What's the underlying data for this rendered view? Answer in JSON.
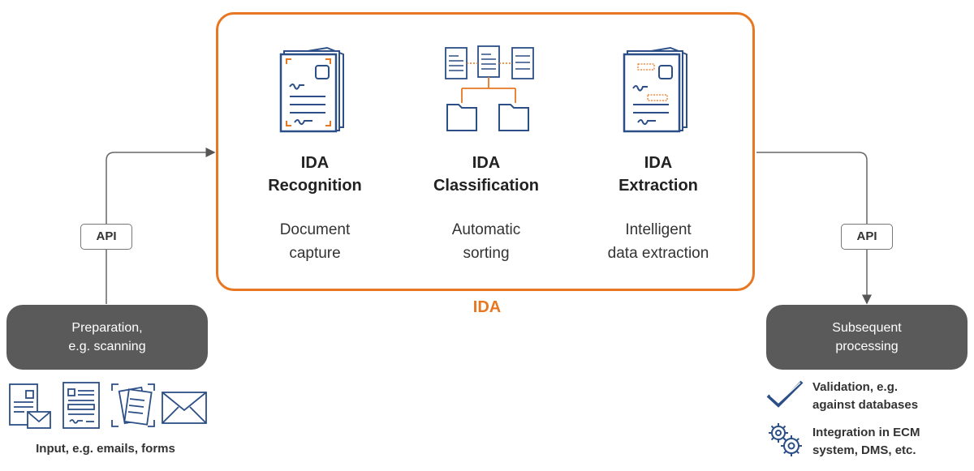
{
  "modules": [
    {
      "title_line1": "IDA",
      "title_line2": "Recognition",
      "desc_line1": "Document",
      "desc_line2": "capture",
      "icon": "document-capture-icon"
    },
    {
      "title_line1": "IDA",
      "title_line2": "Classification",
      "desc_line1": "Automatic",
      "desc_line2": "sorting",
      "icon": "document-sorting-icon"
    },
    {
      "title_line1": "IDA",
      "title_line2": "Extraction",
      "desc_line1": "Intelligent",
      "desc_line2": "data extraction",
      "icon": "data-extraction-icon"
    }
  ],
  "ida_label": "IDA",
  "api_left": "API",
  "api_right": "API",
  "preparation": {
    "line1": "Preparation,",
    "line2": "e.g. scanning"
  },
  "subsequent": {
    "line1": "Subsequent",
    "line2": "processing"
  },
  "inputs": {
    "caption": "Input, e.g. emails, forms",
    "icons": [
      "document-email-icon",
      "form-icon",
      "scanned-document-icon",
      "envelope-icon"
    ]
  },
  "features": [
    {
      "line1": "Validation, e.g.",
      "line2": "against databases",
      "icon": "checkmark-icon"
    },
    {
      "line1": "Integration in ECM",
      "line2": "system, DMS, etc.",
      "icon": "gears-icon"
    }
  ],
  "colors": {
    "accent": "#e87722",
    "icon_blue": "#2b4f86",
    "pill_gray": "#5a5a5a",
    "line_gray": "#666666"
  }
}
